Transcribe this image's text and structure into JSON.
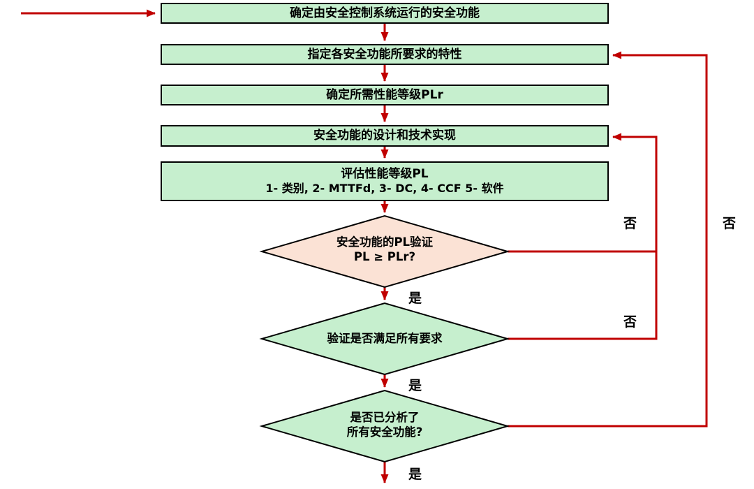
{
  "flowchart": {
    "colors": {
      "box_fill": "#c6efce",
      "decision_fill": "#fbe2d5",
      "border": "#000000",
      "arrow": "#c00000"
    },
    "steps": [
      {
        "label": "确定由安全控制系统运行的安全功能"
      },
      {
        "label": "指定各安全功能所要求的特性"
      },
      {
        "label": "确定所需性能等级PLr"
      },
      {
        "label": "安全功能的设计和技术实现"
      },
      {
        "label": "评估性能等级PL",
        "sublabel": "1- 类别, 2- MTTFd, 3- DC, 4- CCF 5- 软件"
      }
    ],
    "decisions": [
      {
        "line1": "安全功能的PL验证",
        "line2": "PL ≥ PLr?"
      },
      {
        "line1": "验证是否满足所有要求",
        "line2": ""
      },
      {
        "line1": "是否已分析了",
        "line2": "所有安全功能?"
      }
    ],
    "edge_labels": {
      "yes": "是",
      "no": "否"
    }
  }
}
